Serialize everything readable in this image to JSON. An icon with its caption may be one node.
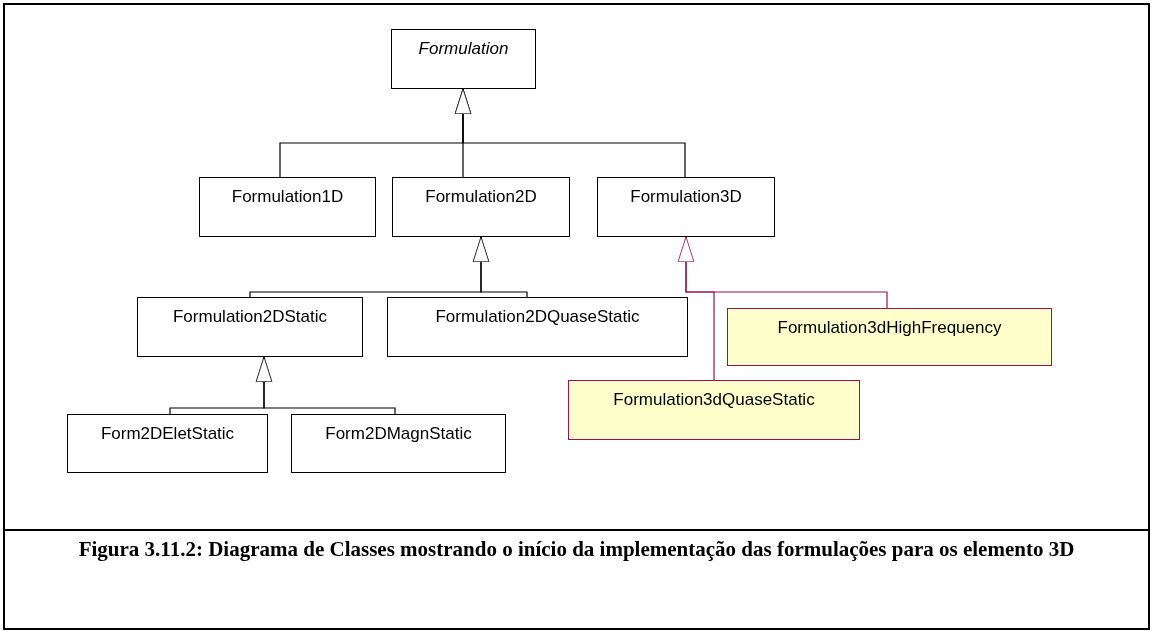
{
  "diagram": {
    "caption": "Figura 3.11.2: Diagrama de Classes mostrando o início da implementação das formulações para os elemento 3D",
    "nodes": [
      {
        "text": [
          "Formulation"
        ]
      },
      {
        "text": [
          "Formulation1D"
        ]
      },
      {
        "text": [
          "Formulation2D"
        ]
      },
      {
        "text": [
          "Formulation3D"
        ]
      },
      {
        "text": [
          "Formulation2DStatic"
        ]
      },
      {
        "text": [
          "Formulation2DQuaseStatic"
        ]
      },
      {
        "text": [
          "Formulation3dHighFrequency"
        ]
      },
      {
        "text": [
          "Formulation3dQuaseStatic"
        ]
      },
      {
        "text": [
          "Form2DEletStatic"
        ]
      },
      {
        "text": [
          "Form2DMagnStatic"
        ]
      }
    ],
    "edges": [
      {
        "from": 1,
        "to": 0,
        "arrow": "to"
      },
      {
        "from": 2,
        "to": 0,
        "arrow": "to"
      },
      {
        "from": 3,
        "to": 0,
        "arrow": "to"
      },
      {
        "from": 4,
        "to": 2,
        "arrow": "to"
      },
      {
        "from": 5,
        "to": 2,
        "arrow": "to"
      },
      {
        "from": 6,
        "to": 3,
        "arrow": "to",
        "color": "#a0104a"
      },
      {
        "from": 7,
        "to": 3,
        "arrow": "to",
        "color": "#a0104a"
      },
      {
        "from": 8,
        "to": 4,
        "arrow": "to"
      },
      {
        "from": 9,
        "to": 4,
        "arrow": "to"
      }
    ]
  }
}
